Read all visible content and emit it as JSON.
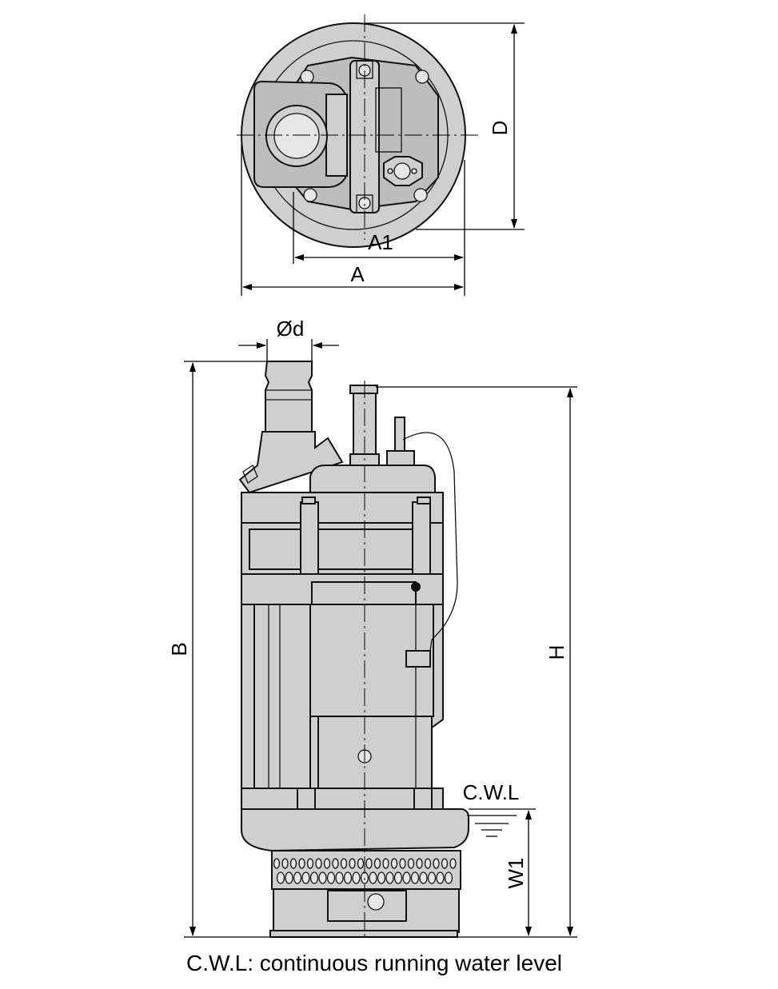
{
  "labels": {
    "dim_d": "D",
    "dim_a1": "A1",
    "dim_a": "A",
    "dim_od": "Ød",
    "dim_b": "B",
    "dim_h": "H",
    "dim_w1": "W1",
    "cwl": "C.W.L"
  },
  "caption": "C.W.L: continuous running water level",
  "colors": {
    "body": "#cfcfcf",
    "line": "#111111"
  }
}
